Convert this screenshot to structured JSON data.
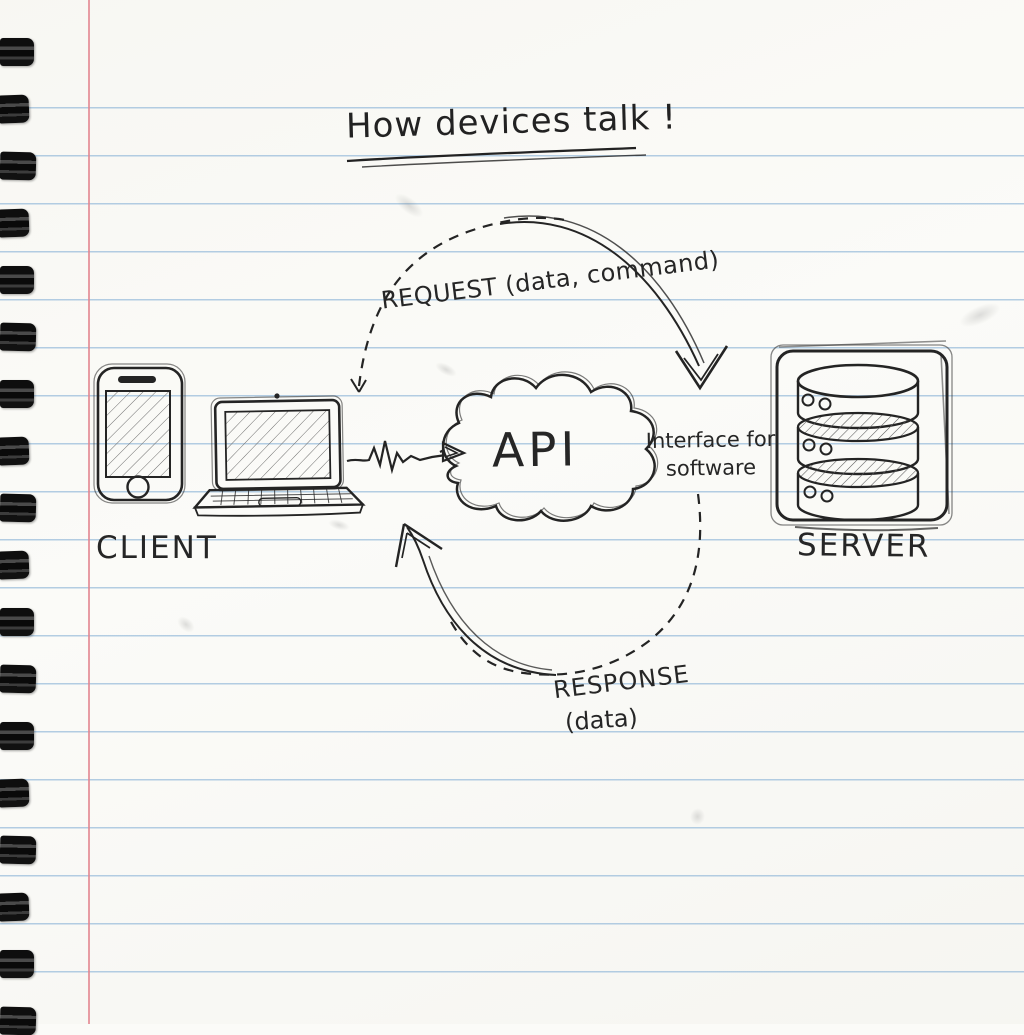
{
  "diagram": {
    "title": "How devices talk !",
    "request_label": "REQUEST (data, command)",
    "response_label": "RESPONSE",
    "response_sublabel": "(data)",
    "client_label": "CLIENT",
    "server_label": "SERVER",
    "api_label": "API",
    "interface_note_line1": "Interface for",
    "interface_note_line2": "software"
  },
  "icons": {
    "client": [
      "smartphone-sketch",
      "laptop-sketch"
    ],
    "api": "cloud-sketch",
    "server": "database-stack-sketch",
    "request": "dashed-curved-arrow",
    "response": "dashed-curved-arrow",
    "client_to_api": "signal-squiggle-arrow"
  },
  "style": {
    "ink_color": "#262626",
    "paper_color": "#fbfbf8",
    "rule_color": "#8cb4d7",
    "margin_color": "#e2848e",
    "binding_color": "#111111"
  }
}
